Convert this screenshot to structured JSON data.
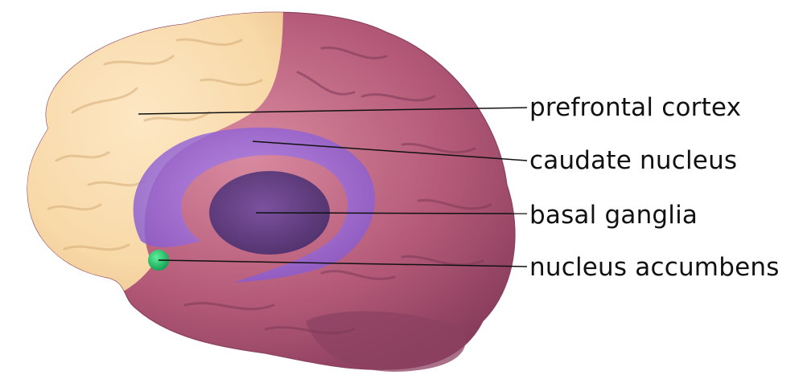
{
  "figure": {
    "labels": {
      "prefrontal_cortex": "prefrontal cortex",
      "caudate_nucleus": "caudate nucleus",
      "basal_ganglia": "basal ganglia",
      "nucleus_accumbens": "nucleus accumbens"
    },
    "colors": {
      "background": "#ffffff",
      "prefrontal_cortex": "#f8d9a8",
      "rest_of_brain": "#b45a78",
      "caudate_nucleus": "#9a6cdc",
      "basal_ganglia": "#5a3a8a",
      "nucleus_accumbens": "#1fc46a",
      "leader_lines": "#111111",
      "label_text": "#111111"
    }
  }
}
